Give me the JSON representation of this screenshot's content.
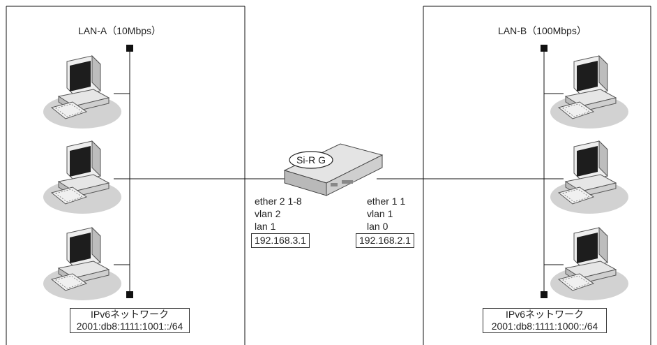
{
  "lan_a": {
    "title": "LAN-A（10Mbps）",
    "network_label": "IPv6ネットワーク",
    "network_prefix": "2001:db8:1111:1001::/64"
  },
  "lan_b": {
    "title": "LAN-B（100Mbps）",
    "network_label": "IPv6ネットワーク",
    "network_prefix": "2001:db8:1111:1000::/64"
  },
  "router": {
    "name": "Si-R G",
    "left_iface": {
      "ether": "ether 2 1-8",
      "vlan": "vlan 2",
      "lan": "lan 1",
      "ip": "192.168.3.1"
    },
    "right_iface": {
      "ether": "ether 1 1",
      "vlan": "vlan 1",
      "lan": "lan 0",
      "ip": "192.168.2.1"
    }
  },
  "icons": {
    "pc": "desktop-computer-icon",
    "router": "router-device-icon",
    "terminator": "bus-terminator-icon"
  },
  "colors": {
    "line": "#111111",
    "pc_shadow": "#cfcfcf",
    "screen": "#222222",
    "device": "#c8c8c8"
  }
}
